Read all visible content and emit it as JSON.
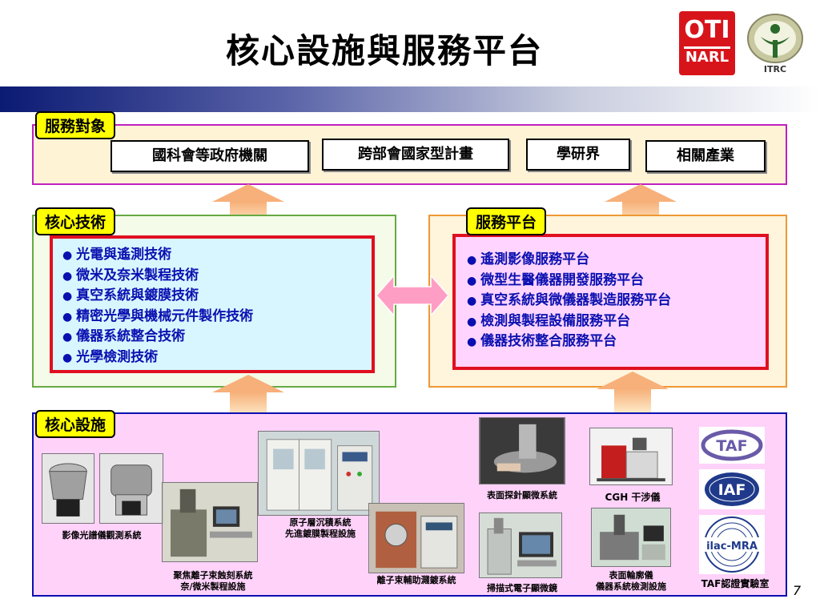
{
  "header": {
    "title": "核心設施與服務平台",
    "logo_narl_top": "OTI",
    "logo_narl_bottom": "NARL",
    "logo_itrc_text": "ITRC"
  },
  "service_targets": {
    "label": "服務對象",
    "items": [
      "國科會等政府機關",
      "跨部會國家型計畫",
      "學研界",
      "相關產業"
    ]
  },
  "core_tech": {
    "label": "核心技術",
    "items": [
      "光電與遙測技術",
      "微米及奈米製程技術",
      "真空系統與鍍膜技術",
      "精密光學與機械元件製作技術",
      "儀器系統整合技術",
      "光學檢測技術"
    ]
  },
  "service_platform": {
    "label": "服務平台",
    "items": [
      "遙測影像服務平台",
      "微型生醫儀器開發服務平台",
      "真空系統與微儀器製造服務平台",
      "檢測與製程設備服務平台",
      "儀器技術整合服務平台"
    ]
  },
  "facilities": {
    "label": "核心設施",
    "captions": {
      "spectral": "影像光譜儀觀測系統",
      "fib_1": "聚焦離子束蝕刻系統",
      "fib_2": "奈/微米製程設施",
      "ald_1": "原子層沉積系統",
      "ald_2": "先進鍍膜製程設施",
      "ion": "離子束輔助濺鍍系統",
      "probe": "表面探針顯微系統",
      "sem": "掃描式電子顯微鏡",
      "cgh_bold": "CGH",
      "cgh_rest": " 干涉儀",
      "profiler_1": "表面輪廓儀",
      "profiler_2": "儀器系統檢測設施",
      "taf_bold": "TAF",
      "taf_rest": "認證實驗室"
    },
    "logos": {
      "taf": "TAF",
      "iaf": "IAF",
      "ilac": "ilac-MRA"
    }
  },
  "page_number": "7",
  "colors": {
    "label_bg": "#ffff00",
    "alert_border": "#e01020",
    "list_text": "#0a10b0",
    "arrow": "#f7b07a",
    "double_arrow": "#ff9ec4"
  }
}
